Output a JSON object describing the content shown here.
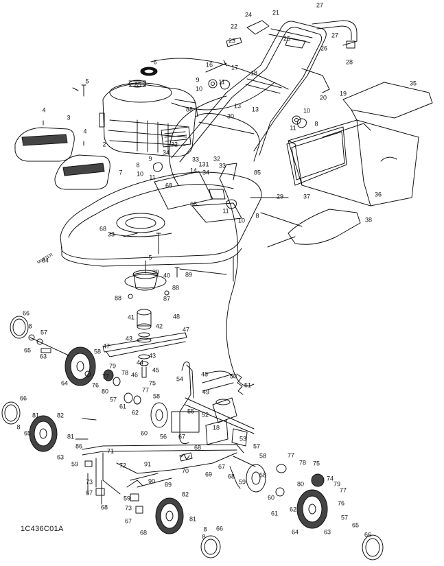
{
  "diagram_code": "1C436C01A",
  "brand_text": "MASTER",
  "colors": {
    "ink": "#111111",
    "paper": "#ffffff",
    "shade": "#444444"
  },
  "callouts": [
    {
      "text": "27"
    },
    {
      "text": "21"
    },
    {
      "text": "24"
    },
    {
      "text": "22"
    },
    {
      "text": "23"
    },
    {
      "text": "25"
    },
    {
      "text": "27"
    },
    {
      "text": "26"
    },
    {
      "text": "28"
    },
    {
      "text": "6"
    },
    {
      "text": "16"
    },
    {
      "text": "17"
    },
    {
      "text": "18"
    },
    {
      "text": "5"
    },
    {
      "text": "85"
    },
    {
      "text": "9"
    },
    {
      "text": "11"
    },
    {
      "text": "10"
    },
    {
      "text": "19"
    },
    {
      "text": "35"
    },
    {
      "text": "20"
    },
    {
      "text": "13"
    },
    {
      "text": "13"
    },
    {
      "text": "10"
    },
    {
      "text": "4"
    },
    {
      "text": "3"
    },
    {
      "text": "88"
    },
    {
      "text": "30"
    },
    {
      "text": "11"
    },
    {
      "text": "8"
    },
    {
      "text": "4"
    },
    {
      "text": "2"
    },
    {
      "text": "32"
    },
    {
      "text": "8"
    },
    {
      "text": "34"
    },
    {
      "text": "9"
    },
    {
      "text": "33"
    },
    {
      "text": "32"
    },
    {
      "text": "131"
    },
    {
      "text": "7"
    },
    {
      "text": "10"
    },
    {
      "text": "11"
    },
    {
      "text": "14"
    },
    {
      "text": "33"
    },
    {
      "text": "34"
    },
    {
      "text": "85"
    },
    {
      "text": "68"
    },
    {
      "text": "29"
    },
    {
      "text": "37"
    },
    {
      "text": "36"
    },
    {
      "text": "68"
    },
    {
      "text": "11"
    },
    {
      "text": "10"
    },
    {
      "text": "8"
    },
    {
      "text": "38"
    },
    {
      "text": "68"
    },
    {
      "text": "33"
    },
    {
      "text": "84"
    },
    {
      "text": "5"
    },
    {
      "text": "89"
    },
    {
      "text": "39"
    },
    {
      "text": "40"
    },
    {
      "text": "88"
    },
    {
      "text": "87"
    },
    {
      "text": "88"
    },
    {
      "text": "48"
    },
    {
      "text": "41"
    },
    {
      "text": "42"
    },
    {
      "text": "66"
    },
    {
      "text": "8"
    },
    {
      "text": "57"
    },
    {
      "text": "65"
    },
    {
      "text": "47"
    },
    {
      "text": "43"
    },
    {
      "text": "47"
    },
    {
      "text": "63"
    },
    {
      "text": "58"
    },
    {
      "text": "43"
    },
    {
      "text": "79"
    },
    {
      "text": "44"
    },
    {
      "text": "77"
    },
    {
      "text": "45"
    },
    {
      "text": "78"
    },
    {
      "text": "46"
    },
    {
      "text": "75"
    },
    {
      "text": "64"
    },
    {
      "text": "76"
    },
    {
      "text": "80"
    },
    {
      "text": "54"
    },
    {
      "text": "48"
    },
    {
      "text": "50"
    },
    {
      "text": "51"
    },
    {
      "text": "77"
    },
    {
      "text": "58"
    },
    {
      "text": "49"
    },
    {
      "text": "57"
    },
    {
      "text": "61"
    },
    {
      "text": "62"
    },
    {
      "text": "52"
    },
    {
      "text": "55"
    },
    {
      "text": "66"
    },
    {
      "text": "81"
    },
    {
      "text": "82"
    },
    {
      "text": "60"
    },
    {
      "text": "56"
    },
    {
      "text": "67"
    },
    {
      "text": "18"
    },
    {
      "text": "53"
    },
    {
      "text": "8"
    },
    {
      "text": "65"
    },
    {
      "text": "81"
    },
    {
      "text": "86"
    },
    {
      "text": "68"
    },
    {
      "text": "57"
    },
    {
      "text": "63"
    },
    {
      "text": "71"
    },
    {
      "text": "58"
    },
    {
      "text": "77"
    },
    {
      "text": "59"
    },
    {
      "text": "72"
    },
    {
      "text": "91"
    },
    {
      "text": "70"
    },
    {
      "text": "69"
    },
    {
      "text": "67"
    },
    {
      "text": "78"
    },
    {
      "text": "75"
    },
    {
      "text": "73"
    },
    {
      "text": "74"
    },
    {
      "text": "90"
    },
    {
      "text": "89"
    },
    {
      "text": "68"
    },
    {
      "text": "59"
    },
    {
      "text": "80"
    },
    {
      "text": "79"
    },
    {
      "text": "77"
    },
    {
      "text": "67"
    },
    {
      "text": "59"
    },
    {
      "text": "82"
    },
    {
      "text": "60"
    },
    {
      "text": "61"
    },
    {
      "text": "58"
    },
    {
      "text": "68"
    },
    {
      "text": "73"
    },
    {
      "text": "62"
    },
    {
      "text": "76"
    },
    {
      "text": "57"
    },
    {
      "text": "67"
    },
    {
      "text": "81"
    },
    {
      "text": "64"
    },
    {
      "text": "63"
    },
    {
      "text": "65"
    },
    {
      "text": "68"
    },
    {
      "text": "8"
    },
    {
      "text": "66"
    },
    {
      "text": "8"
    },
    {
      "text": "66"
    }
  ]
}
